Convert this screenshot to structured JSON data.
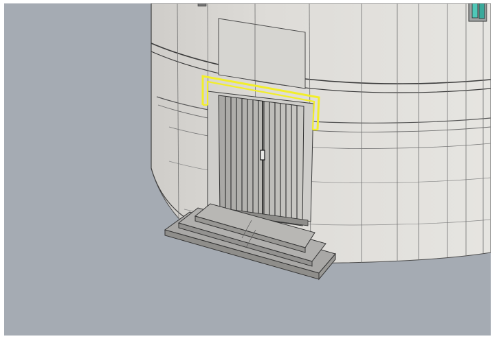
{
  "viewport": {
    "background_color": "#a5abb3",
    "model_surface_color": "#dcdbd7",
    "edge_color": "#4a4a4a",
    "selection_color": "#f2ee2a",
    "window_glass_color": "#4fc8b8",
    "door_panel_color": "#bdbcb9",
    "stair_color": "#a9a8a6"
  },
  "scene": {
    "objects": [
      {
        "name": "cylindrical-tower"
      },
      {
        "name": "entrance-door"
      },
      {
        "name": "entrance-stairs",
        "steps": 3
      },
      {
        "name": "door-frame-trim",
        "selected": true
      },
      {
        "name": "upper-window"
      }
    ]
  }
}
